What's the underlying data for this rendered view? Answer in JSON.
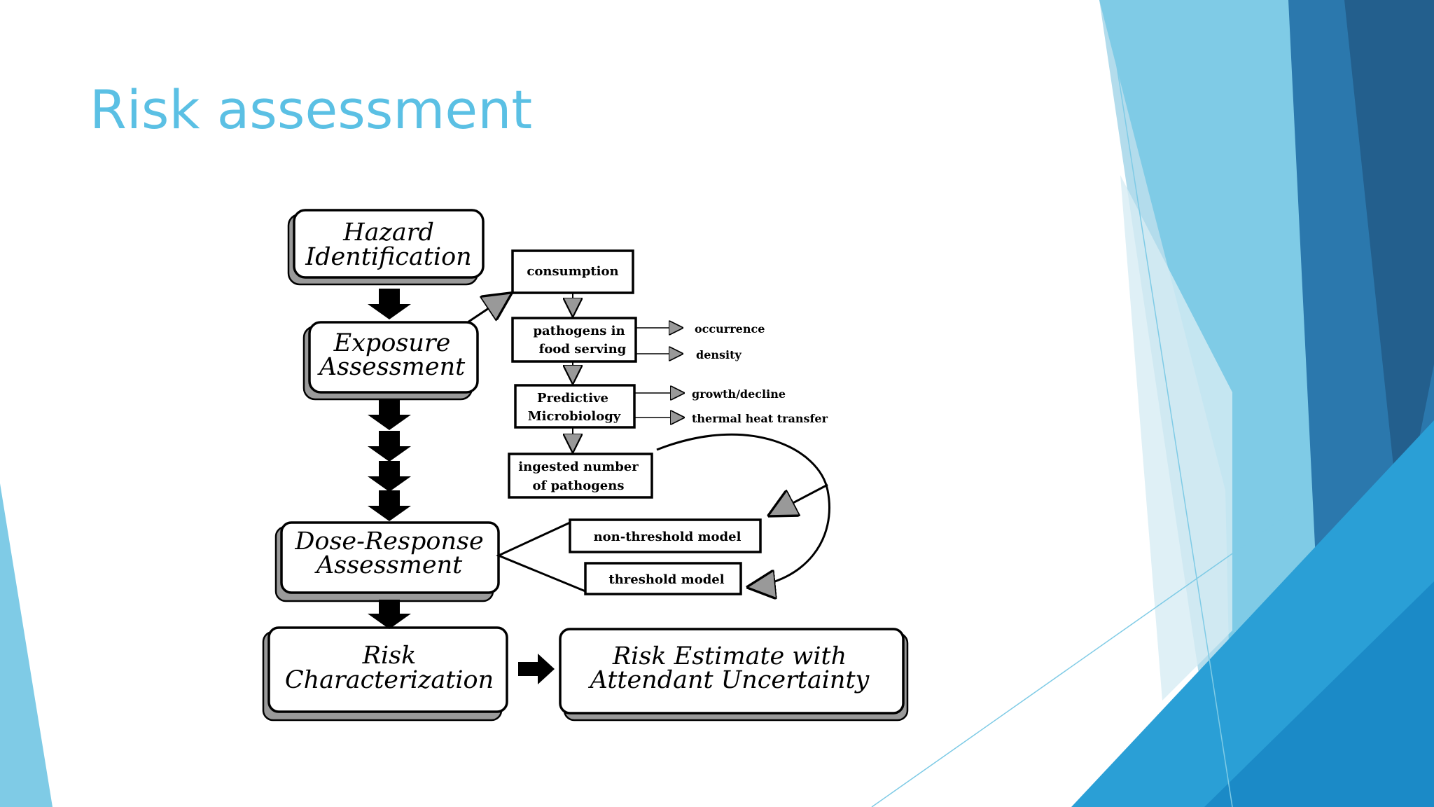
{
  "slide": {
    "title": "Risk assessment"
  },
  "diagram": {
    "main_steps": {
      "hazard_line1": "Hazard",
      "hazard_line2": "Identification",
      "exposure_line1": "Exposure",
      "exposure_line2": "Assessment",
      "dose_line1": "Dose-Response",
      "dose_line2": "Assessment",
      "risk_line1": "Risk",
      "risk_line2": "Characterization",
      "estimate_line1": "Risk Estimate with",
      "estimate_line2": "Attendant Uncertainty"
    },
    "sub_steps": {
      "consumption": "consumption",
      "pathogens_line1": "pathogens in",
      "pathogens_line2": "food serving",
      "predictive_line1": "Predictive",
      "predictive_line2": "Microbiology",
      "ingested_line1": "ingested number",
      "ingested_line2": "of pathogens",
      "non_threshold": "non-threshold model",
      "threshold": "threshold model"
    },
    "side_labels": {
      "occurrence": "occurrence",
      "density": "density",
      "growth": "growth/decline",
      "thermal": "thermal heat transfer"
    }
  },
  "colors": {
    "title": "#5bc0e4",
    "accent_light": "#7fcbe6",
    "accent_mid": "#3ea3d2",
    "accent_dark": "#1f6496"
  }
}
